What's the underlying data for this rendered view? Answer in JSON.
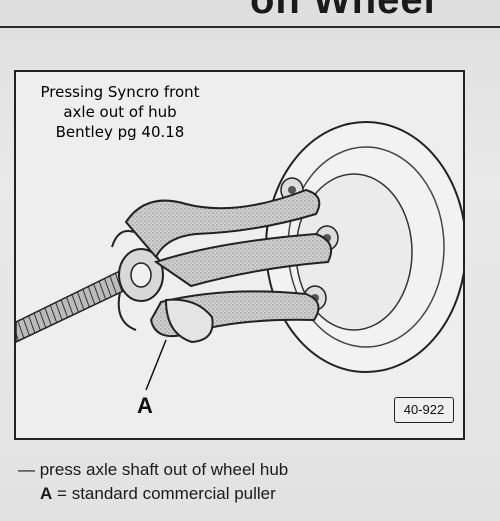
{
  "page": {
    "heading_fragment": "on Wheel"
  },
  "figure": {
    "annotation_lines": [
      "Pressing Syncro front",
      "axle out of hub",
      "Bentley pg 40.18"
    ],
    "callout_letter": "A",
    "figure_code": "40-922"
  },
  "instructions": {
    "step": "— press axle shaft out of wheel hub",
    "legend_key": "A",
    "legend_sep": "=",
    "legend_value": "standard commercial puller"
  }
}
